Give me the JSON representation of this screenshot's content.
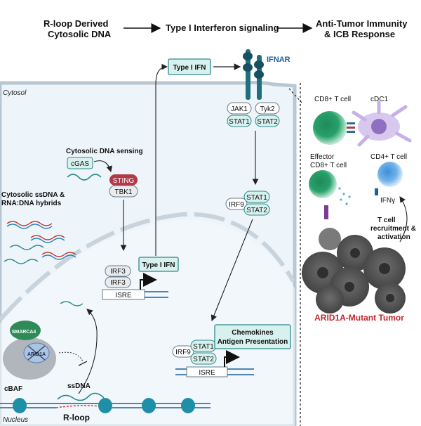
{
  "header": {
    "step1": [
      "R-loop Derived",
      "Cytosolic DNA"
    ],
    "step2": "Type I Interferon signaling",
    "step3": [
      "Anti-Tumor Immunity",
      "& ICB Response"
    ]
  },
  "compartments": {
    "cytosol": "Cytosol",
    "nucleus": "Nucleus"
  },
  "receptor": {
    "name": "IFNAR",
    "jak1": "JAK1",
    "tyk2": "Tyk2",
    "stat1": "STAT1",
    "stat2": "STAT2"
  },
  "ifn_box_top": "Type I IFN",
  "dna_sensing": {
    "title": "Cytosolic DNA sensing",
    "cgas": "cGAS",
    "sting": "STING",
    "tbk1": "TBK1"
  },
  "ssdna_label": [
    "Cytosolic ssDNA &",
    "RNA:DNA hybrids"
  ],
  "isgf3_cyto": {
    "irf9": "IRF9",
    "stat1": "STAT1",
    "stat2": "STAT2"
  },
  "irf3_complex": {
    "irf3a": "IRF3",
    "irf3b": "IRF3",
    "isre": "ISRE",
    "product": "Type I IFN"
  },
  "isgf3_nuc": {
    "irf9": "IRF9",
    "stat1": "STAT1",
    "stat2": "STAT2",
    "isre": "ISRE",
    "product": [
      "Chemokines",
      "Antigen Presentation"
    ]
  },
  "chromatin": {
    "smarca4": "SMARCA4",
    "arid1a": "ARID1A",
    "cbaf": "cBAF",
    "ssdna": "ssDNA",
    "rloop": "R-loop"
  },
  "immune": {
    "cd8": "CD8+ T cell",
    "cdc1": "cDC1",
    "effector": [
      "Effector",
      "CD8+ T cell"
    ],
    "cd4": "CD4+ T cell",
    "ifng": "IFNγ",
    "recruit": [
      "T cell",
      "recruitment &",
      "activation"
    ],
    "tumor": "ARID1A-Mutant Tumor"
  },
  "colors": {
    "teal": "#2b8a8a",
    "teal_fill": "#d9f1ee",
    "sting": "#b23a48",
    "blue_dark": "#1b5f9a",
    "tumor_label": "#c0272d",
    "nucleus_line": "#c9d3dc"
  }
}
